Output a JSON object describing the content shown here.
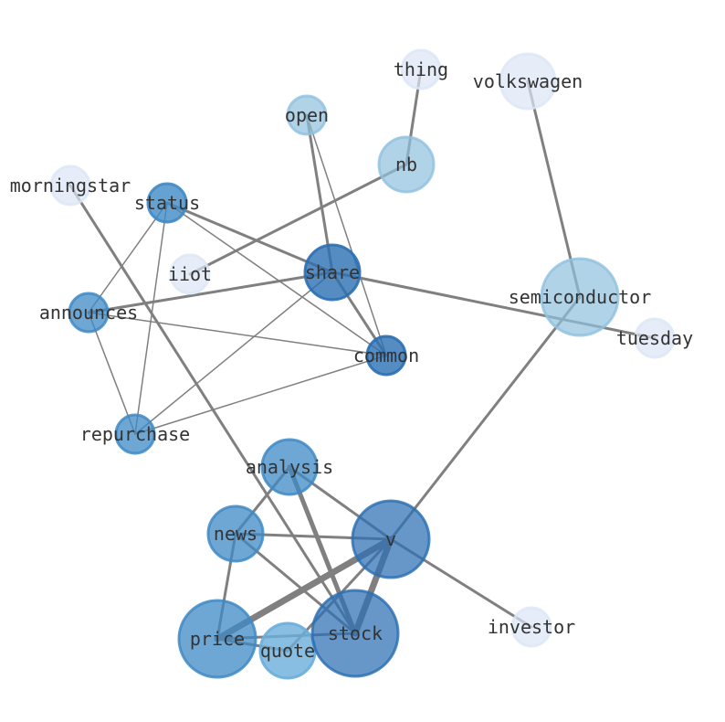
{
  "diagram": {
    "type": "network-graph",
    "nodes": [
      {
        "id": "thing",
        "label": "thing",
        "color": "#dce6f5",
        "opacity": 0.7
      },
      {
        "id": "volkswagen",
        "label": "volkswagen",
        "color": "#dce6f5",
        "opacity": 0.7
      },
      {
        "id": "open",
        "label": "open",
        "color": "#8fc0de",
        "opacity": 0.7
      },
      {
        "id": "nb",
        "label": "nb",
        "color": "#8fc0de",
        "opacity": 0.7
      },
      {
        "id": "morningstar",
        "label": "morningstar",
        "color": "#dce6f5",
        "opacity": 0.7
      },
      {
        "id": "status",
        "label": "status",
        "color": "#3f8ac5",
        "opacity": 0.8
      },
      {
        "id": "iiot",
        "label": "iiot",
        "color": "#dce6f5",
        "opacity": 0.7
      },
      {
        "id": "share",
        "label": "share",
        "color": "#2b6fb3",
        "opacity": 0.8
      },
      {
        "id": "semiconductor",
        "label": "semiconductor",
        "color": "#8fc0de",
        "opacity": 0.7
      },
      {
        "id": "announces",
        "label": "announces",
        "color": "#3f8ac5",
        "opacity": 0.75
      },
      {
        "id": "tuesday",
        "label": "tuesday",
        "color": "#dce6f5",
        "opacity": 0.7
      },
      {
        "id": "common",
        "label": "common",
        "color": "#2b6fb3",
        "opacity": 0.8
      },
      {
        "id": "repurchase",
        "label": "repurchase",
        "color": "#3f8ac5",
        "opacity": 0.75
      },
      {
        "id": "analysis",
        "label": "analysis",
        "color": "#3f8ac5",
        "opacity": 0.75
      },
      {
        "id": "news",
        "label": "news",
        "color": "#3f8ac5",
        "opacity": 0.75
      },
      {
        "id": "v",
        "label": "v",
        "color": "#2b6fb3",
        "opacity": 0.72
      },
      {
        "id": "investor",
        "label": "investor",
        "color": "#dce6f5",
        "opacity": 0.7
      },
      {
        "id": "price",
        "label": "price",
        "color": "#3f8ac5",
        "opacity": 0.75
      },
      {
        "id": "quote",
        "label": "quote",
        "color": "#6aaedb",
        "opacity": 0.8
      },
      {
        "id": "stock",
        "label": "stock",
        "color": "#2b6fb3",
        "opacity": 0.72
      }
    ],
    "edges": [
      {
        "source": "thing",
        "target": "nb",
        "weight": 2
      },
      {
        "source": "volkswagen",
        "target": "semiconductor",
        "weight": 2
      },
      {
        "source": "nb",
        "target": "iiot",
        "weight": 2
      },
      {
        "source": "open",
        "target": "share",
        "weight": 2
      },
      {
        "source": "open",
        "target": "common",
        "weight": 1
      },
      {
        "source": "morningstar",
        "target": "stock",
        "weight": 2
      },
      {
        "source": "status",
        "target": "share",
        "weight": 2
      },
      {
        "source": "status",
        "target": "common",
        "weight": 1
      },
      {
        "source": "status",
        "target": "announces",
        "weight": 1
      },
      {
        "source": "status",
        "target": "repurchase",
        "weight": 1
      },
      {
        "source": "share",
        "target": "announces",
        "weight": 2
      },
      {
        "source": "share",
        "target": "tuesday",
        "weight": 2
      },
      {
        "source": "share",
        "target": "common",
        "weight": 2
      },
      {
        "source": "share",
        "target": "repurchase",
        "weight": 1
      },
      {
        "source": "announces",
        "target": "common",
        "weight": 1
      },
      {
        "source": "announces",
        "target": "repurchase",
        "weight": 1
      },
      {
        "source": "common",
        "target": "repurchase",
        "weight": 1
      },
      {
        "source": "semiconductor",
        "target": "v",
        "weight": 2
      },
      {
        "source": "analysis",
        "target": "v",
        "weight": 2
      },
      {
        "source": "analysis",
        "target": "news",
        "weight": 2
      },
      {
        "source": "analysis",
        "target": "stock",
        "weight": 3
      },
      {
        "source": "news",
        "target": "v",
        "weight": 2
      },
      {
        "source": "news",
        "target": "price",
        "weight": 2
      },
      {
        "source": "news",
        "target": "stock",
        "weight": 2
      },
      {
        "source": "v",
        "target": "investor",
        "weight": 2
      },
      {
        "source": "v",
        "target": "price",
        "weight": 4
      },
      {
        "source": "v",
        "target": "quote",
        "weight": 2
      },
      {
        "source": "v",
        "target": "stock",
        "weight": 4
      },
      {
        "source": "price",
        "target": "quote",
        "weight": 2
      },
      {
        "source": "price",
        "target": "stock",
        "weight": 2
      }
    ]
  }
}
